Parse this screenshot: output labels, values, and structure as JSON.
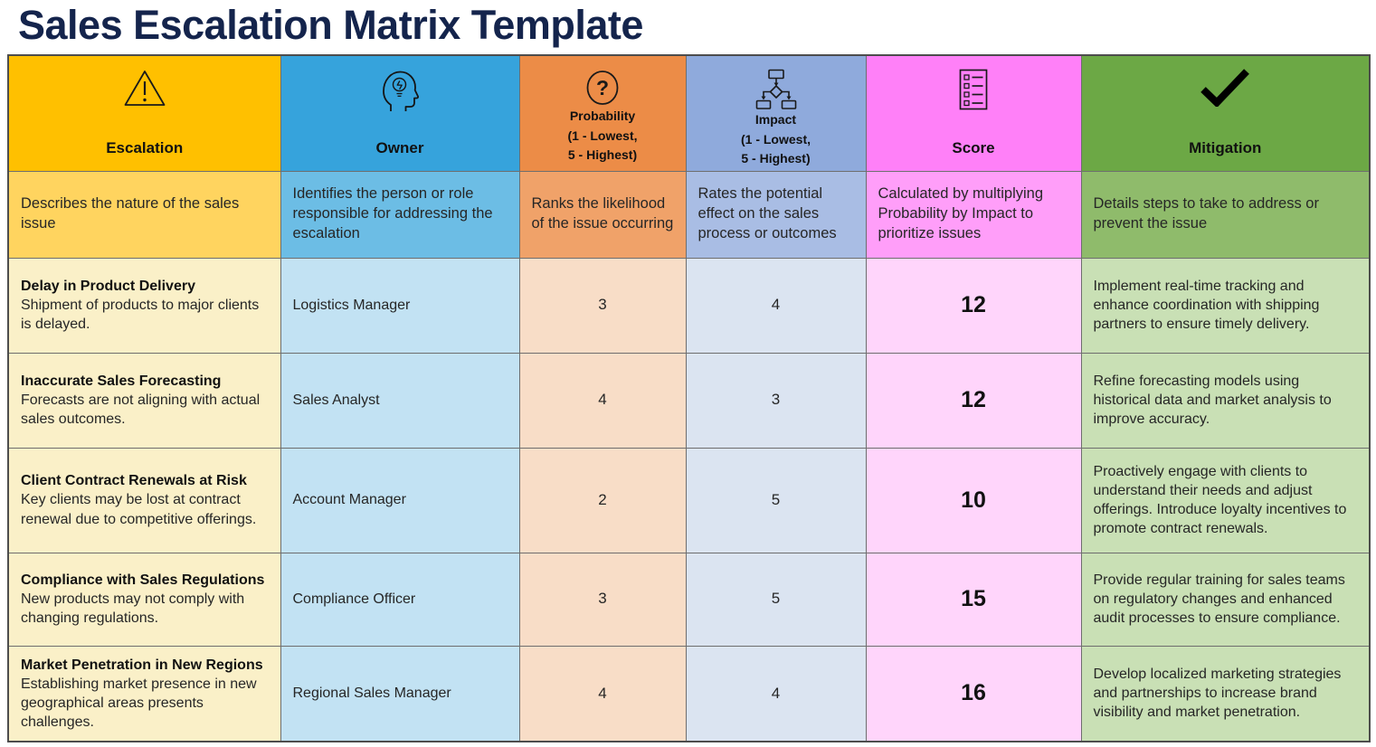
{
  "page_title": "Sales Escalation Matrix Template",
  "colors": {
    "title_text": "#14244C",
    "columns": [
      {
        "name": "escalation",
        "header": "#FFC000",
        "desc": "#FFD45F",
        "data": "#FAF0C8"
      },
      {
        "name": "owner",
        "header": "#36A3DC",
        "desc": "#6CBDE5",
        "data": "#C2E2F3"
      },
      {
        "name": "probability",
        "header": "#EC8C47",
        "desc": "#F0A269",
        "data": "#F8DDC7"
      },
      {
        "name": "impact",
        "header": "#8FAADC",
        "desc": "#A9BDE4",
        "data": "#DBE4F1"
      },
      {
        "name": "score",
        "header": "#FF80F8",
        "desc": "#FF9EF9",
        "data": "#FFD5FB"
      },
      {
        "name": "mitigation",
        "header": "#6CA845",
        "desc": "#8FBB6B",
        "data": "#C9E0B5"
      }
    ]
  },
  "table": {
    "headers": [
      {
        "label": "Escalation",
        "icon": "warning-triangle-icon",
        "description": "Describes the nature of the sales issue"
      },
      {
        "label": "Owner",
        "icon": "head-idea-icon",
        "description": "Identifies the person or role responsible for addressing the escalation"
      },
      {
        "label": "Probability\n(1 - Lowest,\n5 - Highest)",
        "icon": "question-circle-icon",
        "description": "Ranks the likelihood of the issue occurring"
      },
      {
        "label": "Impact\n(1 - Lowest,\n5 - Highest)",
        "icon": "flowchart-icon",
        "description": "Rates the potential effect on the sales process or outcomes"
      },
      {
        "label": "Score",
        "icon": "checklist-icon",
        "description": "Calculated by multiplying Probability by Impact to prioritize issues"
      },
      {
        "label": "Mitigation",
        "icon": "checkmark-icon",
        "description": "Details steps to take to address or prevent the issue"
      }
    ],
    "rows": [
      {
        "escalation_title": "Delay in Product Delivery",
        "escalation_desc": "Shipment of products to major clients is delayed.",
        "owner": "Logistics Manager",
        "probability": "3",
        "impact": "4",
        "score": "12",
        "mitigation": "Implement real-time tracking and enhance coordination with shipping partners to ensure timely delivery."
      },
      {
        "escalation_title": "Inaccurate Sales Forecasting",
        "escalation_desc": "Forecasts are not aligning with actual sales outcomes.",
        "owner": "Sales Analyst",
        "probability": "4",
        "impact": "3",
        "score": "12",
        "mitigation": "Refine forecasting models using historical data and market analysis to improve accuracy."
      },
      {
        "escalation_title": "Client Contract Renewals at Risk",
        "escalation_desc": "Key clients may be lost at contract renewal due to competitive offerings.",
        "owner": "Account Manager",
        "probability": "2",
        "impact": "5",
        "score": "10",
        "mitigation": "Proactively engage with clients to understand their needs and adjust offerings. Introduce loyalty incentives to promote contract renewals."
      },
      {
        "escalation_title": "Compliance with Sales Regulations",
        "escalation_desc": "New products may not comply with changing regulations.",
        "owner": "Compliance Officer",
        "probability": "3",
        "impact": "5",
        "score": "15",
        "mitigation": "Provide regular training for sales teams on regulatory changes and enhanced audit processes to ensure compliance."
      },
      {
        "escalation_title": "Market Penetration in New Regions",
        "escalation_desc": "Establishing market presence in new geographical areas presents challenges.",
        "owner": "Regional Sales Manager",
        "probability": "4",
        "impact": "4",
        "score": "16",
        "mitigation": "Develop localized marketing strategies and partnerships to increase brand visibility and market penetration."
      }
    ]
  }
}
